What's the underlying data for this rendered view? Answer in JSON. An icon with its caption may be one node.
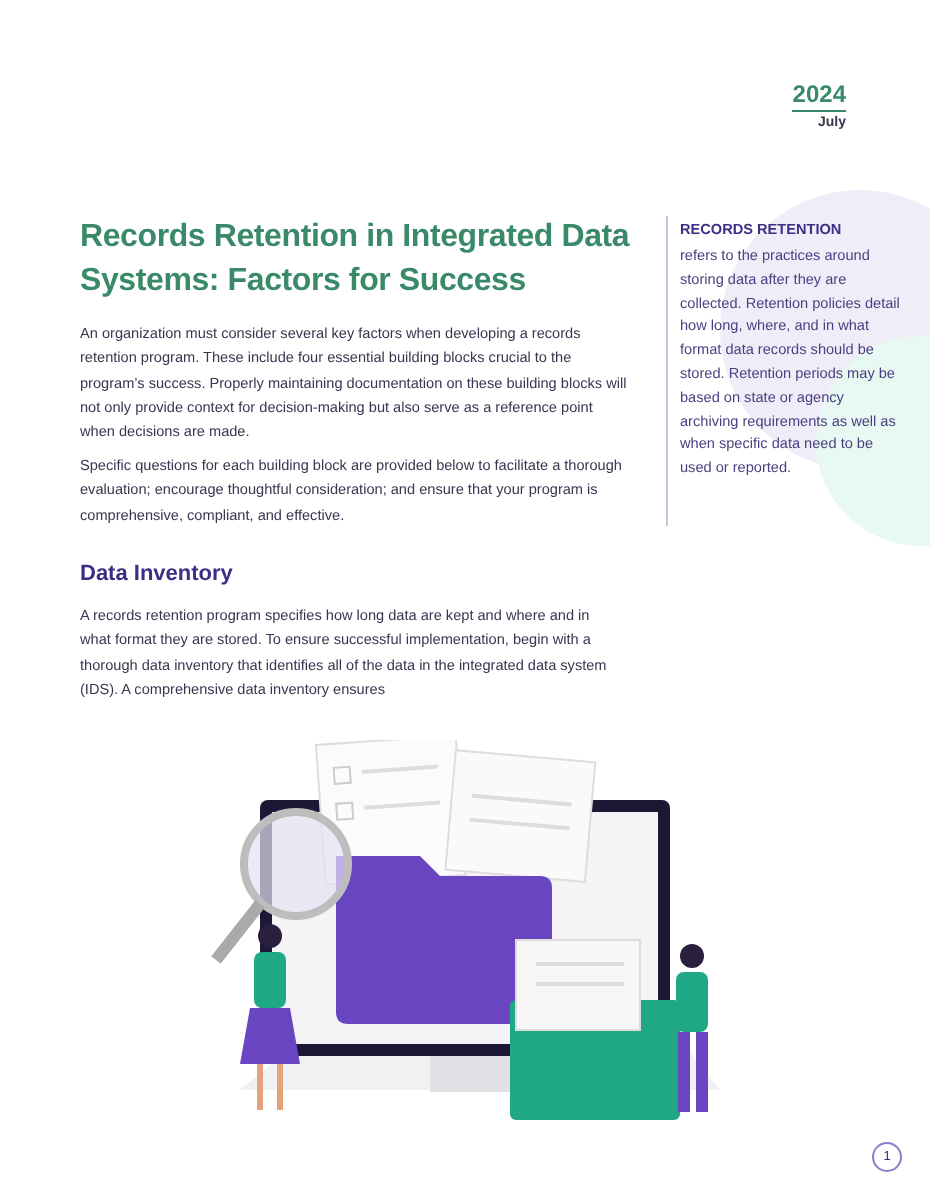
{
  "diagram": {
    "title": "Records Retention in Integrated Data Systems: Factors for Success",
    "nodes": [
      {
        "text": [
          "1"
        ]
      }
    ],
    "labels": [
      "2024",
      "July",
      "RECORDS RETENTION",
      "refers to the practices around storing data after they are collected. Retention policies detail how long, where, and in what format data records should be stored. Retention periods may be based on state or agency archiving requirements as well as when specific data need to be used or reported.",
      "An organization must consider several key factors when developing a records retention program. These include four essential building blocks crucial to the program’s success. Properly maintaining documentation on these building blocks will not only provide context for decision-making but also serve as a reference point when decisions are made.",
      "Specific questions for each building block are provided below to facilitate a thorough evaluation; encourage thoughtful consideration; and ensure that your program is comprehensive, compliant, and effective.",
      "Data Inventory",
      "A records retention program specifies how long data are kept and where and in what format they are stored. To ensure successful implementation, begin with a thorough data inventory that identifies all of the data in the integrated data system (IDS). A comprehensive data inventory ensures"
    ]
  }
}
